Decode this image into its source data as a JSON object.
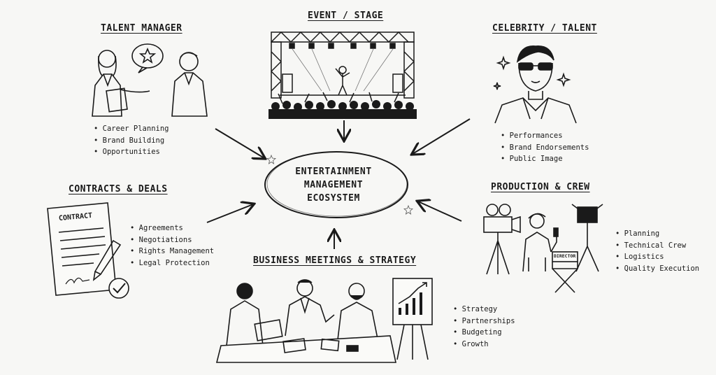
{
  "center": {
    "line1": "ENTERTAINMENT",
    "line2": "MANAGEMENT",
    "line3": "ECOSYSTEM"
  },
  "nodes": {
    "talent_manager": {
      "title": "TALENT MANAGER",
      "bullets": [
        "Career Planning",
        "Brand Building",
        "Opportunities"
      ]
    },
    "event_stage": {
      "title": "EVENT / STAGE"
    },
    "celebrity_talent": {
      "title": "CELEBRITY / TALENT",
      "bullets": [
        "Performances",
        "Brand Endorsements",
        "Public Image"
      ]
    },
    "contracts_deals": {
      "title": "CONTRACTS & DEALS",
      "contract_heading": "CONTRACT",
      "bullets": [
        "Agreements",
        "Negotiations",
        "Rights Management",
        "Legal Protection"
      ]
    },
    "production_crew": {
      "title": "PRODUCTION & CREW",
      "director_label": "DIRECTOR",
      "bullets": [
        "Planning",
        "Technical Crew",
        "Logistics",
        "Quality Execution"
      ]
    },
    "business_meetings": {
      "title": "BUSINESS MEETINGS & STRATEGY",
      "bullets": [
        "Strategy",
        "Partnerships",
        "Budgeting",
        "Growth"
      ]
    }
  },
  "icons": [
    "star-icon",
    "sparkle-icon",
    "check-icon",
    "pen-icon",
    "camera-icon",
    "spotlight-icon",
    "chart-icon"
  ]
}
